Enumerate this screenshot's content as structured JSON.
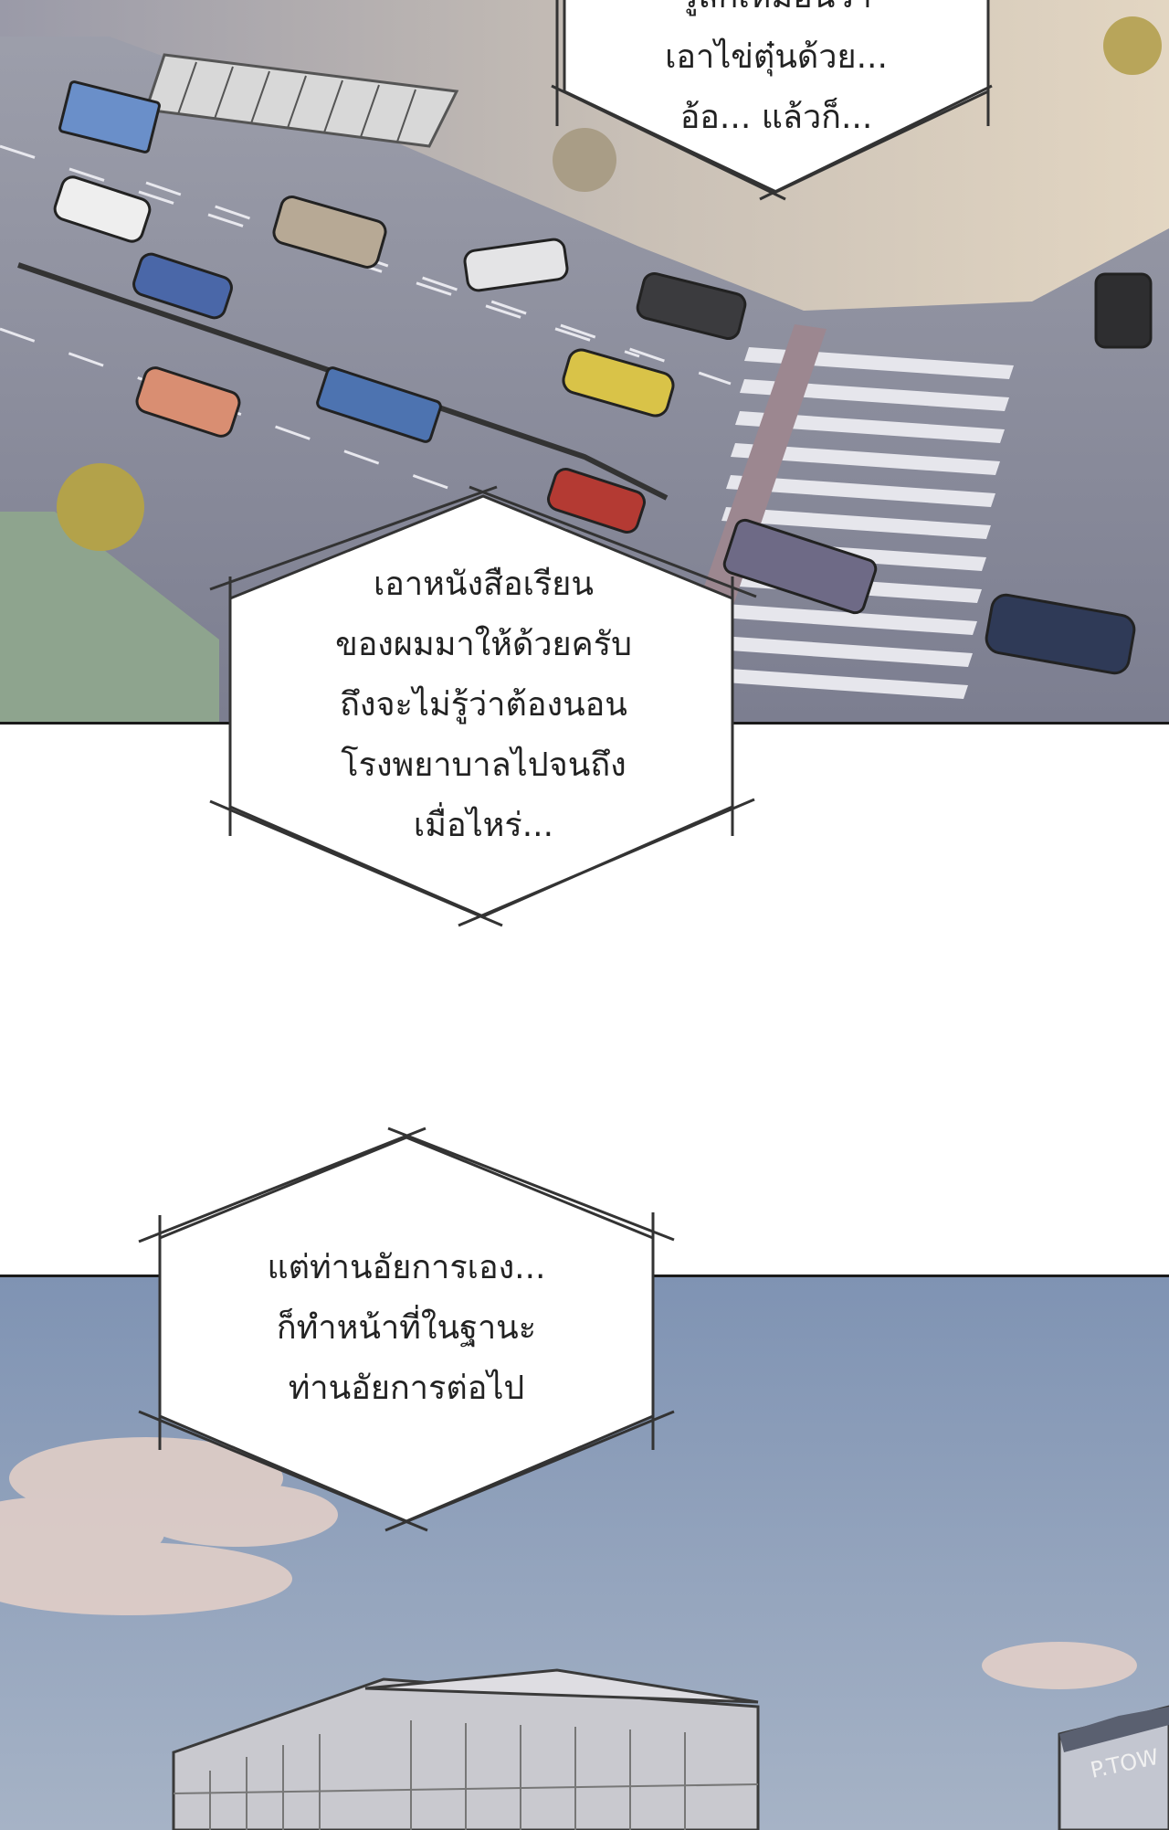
{
  "bubbles": {
    "top": {
      "lines": [
        "รู้สึกเหมือนว่า",
        "เอาไข่ตุ๋นด้วย...",
        "อ้อ... แล้วก็..."
      ]
    },
    "middle": {
      "lines": [
        "เอาหนังสือเรียน",
        "ของผมมาให้ด้วยครับ",
        "ถึงจะไม่รู้ว่าต้องนอน",
        "โรงพยาบาลไปจนถึง",
        "เมื่อไหร่..."
      ]
    },
    "bottom": {
      "lines": [
        "แต่ท่านอัยการเอง...",
        "ก็ทำหน้าที่ในฐานะ",
        "ท่านอัยการต่อไป"
      ]
    }
  },
  "scenery": {
    "building_sign": "P.TOW"
  },
  "colors": {
    "road": "#8e8f9e",
    "sidewalk_warm": "#d9cbb8",
    "sky": "#8a9bb6",
    "cloud": "#e9d2c6",
    "panel_border": "#1a1a1a",
    "bubble_stroke": "#333333"
  }
}
